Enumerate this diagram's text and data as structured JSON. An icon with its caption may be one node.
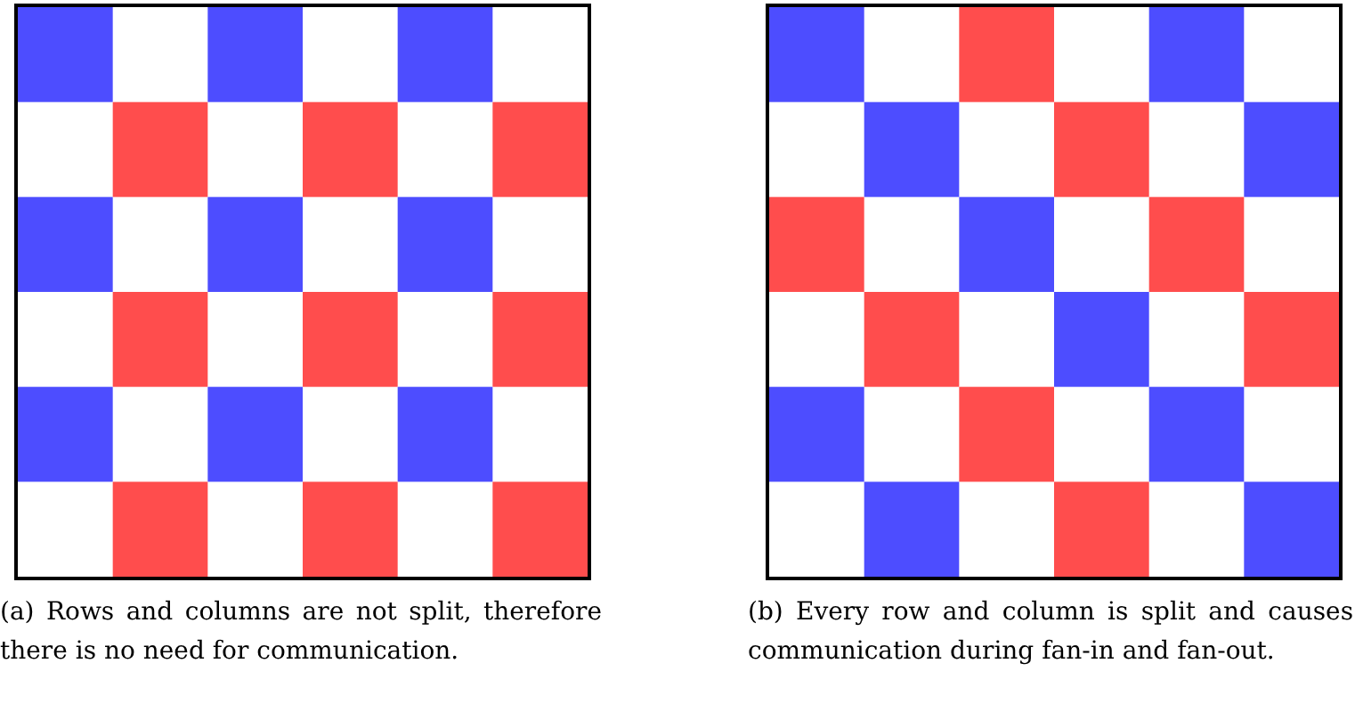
{
  "diagram": {
    "nodes": [
      {
        "text": [],
        "shape": "box",
        "beside": [
          "(a) Rows and columns are not split, therefore there is no need for communication."
        ]
      },
      {
        "text": [],
        "shape": "box",
        "beside": [
          "(b) Every row and column is split and causes communication during fan-in and fan-out."
        ]
      }
    ]
  }
}
